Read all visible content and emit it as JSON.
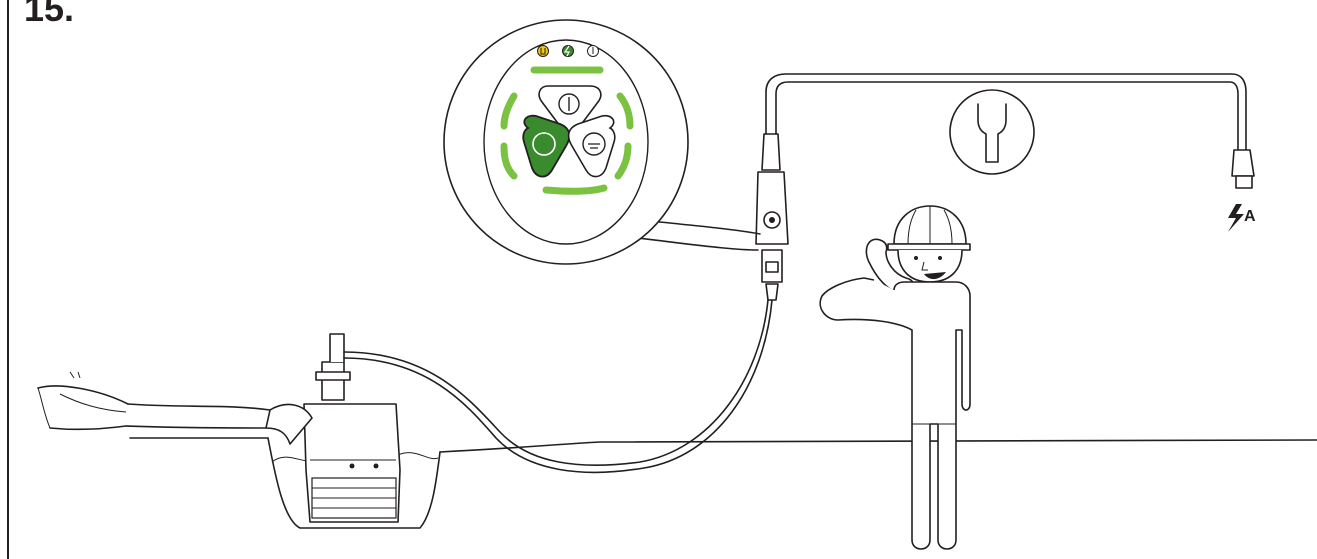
{
  "step": {
    "number": "15."
  },
  "power_source": {
    "label": "A"
  },
  "colors": {
    "outline": "#231f20",
    "led_green": "#7cc242",
    "button_green": "#3a8a2e",
    "warning_yellow": "#f2c419",
    "power_green": "#3a8a2e"
  },
  "control_panel": {
    "status_icons": [
      "wrench-warning-icon",
      "power-icon",
      "temperature-icon"
    ],
    "buttons": [
      "stop-button",
      "start-button",
      "auto-button"
    ]
  },
  "icons": [
    "wrench-icon",
    "lightning-icon"
  ]
}
